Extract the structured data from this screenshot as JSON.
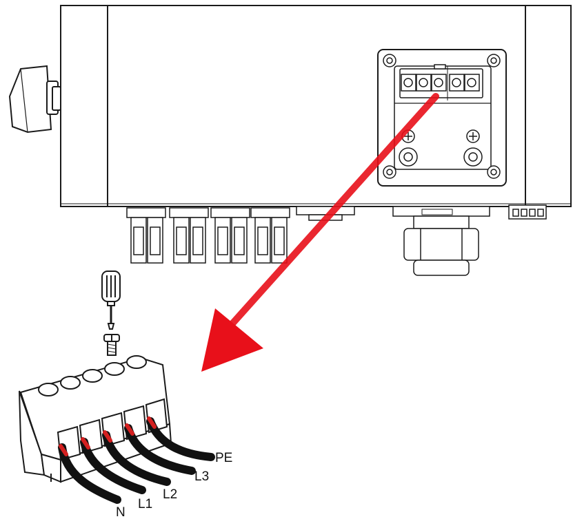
{
  "labels": {
    "pe": "PE",
    "l3": "L3",
    "l2": "L2",
    "l1": "L1",
    "n": "N"
  },
  "colors": {
    "line": "#1a1a1a",
    "body": "#ffffff",
    "arrow": "#e8101a",
    "cable": "#111111",
    "cable_tip": "#d42020"
  },
  "icons": {
    "tool": "screwdriver-icon",
    "direction": "arrow-icon"
  }
}
